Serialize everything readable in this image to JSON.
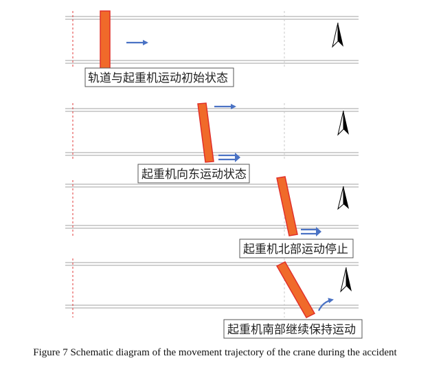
{
  "colors": {
    "rail": "#b4b4b4",
    "guide_red": "#e03a3a",
    "guide_gray": "#c8c8c8",
    "crane_fill": "#f06a2a",
    "crane_edge": "#e0302a",
    "arrow": "#4a72c4",
    "label_border": "#555555",
    "compass": "#000000"
  },
  "panels": [
    {
      "label": "轨道与起重机运动初始状态",
      "arrow_type": "single",
      "compass_icon": "north-arrow-icon"
    },
    {
      "label": "起重机向东运动状态",
      "arrow_type": "double",
      "compass_icon": "north-arrow-icon"
    },
    {
      "label": "起重机北部运动停止",
      "arrow_type": "double",
      "compass_icon": "north-arrow-icon"
    },
    {
      "label": "起重机南部继续保持运动",
      "arrow_type": "curved",
      "compass_icon": "north-arrow-icon"
    }
  ],
  "caption": "Figure 7 Schematic diagram of the movement trajectory of the crane during the accident"
}
